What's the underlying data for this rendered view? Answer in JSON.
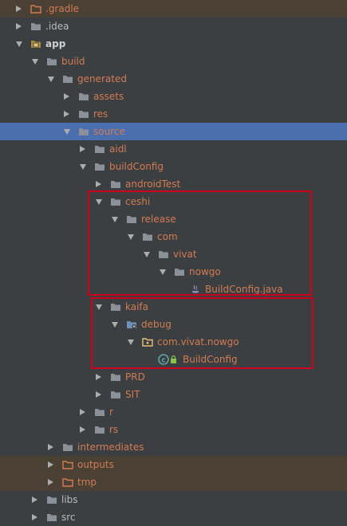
{
  "tree": {
    "rows": [
      {
        "label": ".gradle",
        "depth": 0,
        "arrow": "collapsed",
        "icon": "folder-excluded-icon",
        "style": "red",
        "bg": "excluded"
      },
      {
        "label": ".idea",
        "depth": 0,
        "arrow": "collapsed",
        "icon": "folder-icon",
        "style": "normal",
        "bg": ""
      },
      {
        "label": "app",
        "depth": 0,
        "arrow": "expanded",
        "icon": "module-folder-icon",
        "style": "bold",
        "bg": ""
      },
      {
        "label": "build",
        "depth": 1,
        "arrow": "expanded",
        "icon": "folder-icon",
        "style": "red",
        "bg": ""
      },
      {
        "label": "generated",
        "depth": 2,
        "arrow": "expanded",
        "icon": "folder-icon",
        "style": "red",
        "bg": ""
      },
      {
        "label": "assets",
        "depth": 3,
        "arrow": "collapsed",
        "icon": "folder-icon",
        "style": "red",
        "bg": ""
      },
      {
        "label": "res",
        "depth": 3,
        "arrow": "collapsed",
        "icon": "folder-icon",
        "style": "red",
        "bg": ""
      },
      {
        "label": "source",
        "depth": 3,
        "arrow": "expanded",
        "icon": "folder-icon",
        "style": "red",
        "bg": "selected"
      },
      {
        "label": "aidl",
        "depth": 4,
        "arrow": "collapsed",
        "icon": "folder-icon",
        "style": "red",
        "bg": ""
      },
      {
        "label": "buildConfig",
        "depth": 4,
        "arrow": "expanded",
        "icon": "folder-icon",
        "style": "red",
        "bg": ""
      },
      {
        "label": "androidTest",
        "depth": 5,
        "arrow": "collapsed",
        "icon": "folder-icon",
        "style": "red",
        "bg": ""
      },
      {
        "label": "ceshi",
        "depth": 5,
        "arrow": "expanded",
        "icon": "folder-icon",
        "style": "red",
        "bg": ""
      },
      {
        "label": "release",
        "depth": 6,
        "arrow": "expanded",
        "icon": "folder-icon",
        "style": "red",
        "bg": ""
      },
      {
        "label": "com",
        "depth": 7,
        "arrow": "expanded",
        "icon": "folder-icon",
        "style": "red",
        "bg": ""
      },
      {
        "label": "vivat",
        "depth": 8,
        "arrow": "expanded",
        "icon": "folder-icon",
        "style": "red",
        "bg": ""
      },
      {
        "label": "nowgo",
        "depth": 9,
        "arrow": "expanded",
        "icon": "folder-icon",
        "style": "red",
        "bg": ""
      },
      {
        "label": "BuildConfig.java",
        "depth": 10,
        "arrow": "none",
        "icon": "java-file-icon",
        "style": "red",
        "bg": ""
      },
      {
        "label": "kaifa",
        "depth": 5,
        "arrow": "expanded",
        "icon": "folder-icon",
        "style": "red",
        "bg": ""
      },
      {
        "label": "debug",
        "depth": 6,
        "arrow": "expanded",
        "icon": "source-root-folder-icon",
        "style": "red",
        "bg": ""
      },
      {
        "label": "com.vivat.nowgo",
        "depth": 7,
        "arrow": "expanded",
        "icon": "package-icon",
        "style": "red",
        "bg": ""
      },
      {
        "label": "BuildConfig",
        "depth": 8,
        "arrow": "none",
        "icon": "class-icon",
        "style": "red",
        "bg": ""
      },
      {
        "label": "PRD",
        "depth": 5,
        "arrow": "collapsed",
        "icon": "folder-icon",
        "style": "red",
        "bg": ""
      },
      {
        "label": "SIT",
        "depth": 5,
        "arrow": "collapsed",
        "icon": "folder-icon",
        "style": "red",
        "bg": ""
      },
      {
        "label": "r",
        "depth": 4,
        "arrow": "collapsed",
        "icon": "folder-icon",
        "style": "red",
        "bg": ""
      },
      {
        "label": "rs",
        "depth": 4,
        "arrow": "collapsed",
        "icon": "folder-icon",
        "style": "red",
        "bg": ""
      },
      {
        "label": "intermediates",
        "depth": 2,
        "arrow": "collapsed",
        "icon": "folder-icon",
        "style": "red",
        "bg": ""
      },
      {
        "label": "outputs",
        "depth": 2,
        "arrow": "collapsed",
        "icon": "folder-excluded-icon",
        "style": "red",
        "bg": "excluded"
      },
      {
        "label": "tmp",
        "depth": 2,
        "arrow": "collapsed",
        "icon": "folder-excluded-icon",
        "style": "red",
        "bg": "excluded"
      },
      {
        "label": "libs",
        "depth": 1,
        "arrow": "collapsed",
        "icon": "folder-icon",
        "style": "normal",
        "bg": ""
      },
      {
        "label": "src",
        "depth": 1,
        "arrow": "collapsed",
        "icon": "folder-icon",
        "style": "normal",
        "bg": ""
      }
    ]
  },
  "colors": {
    "background": "#3c3f41",
    "selected": "#4b6eaf",
    "excluded": "#4a4134",
    "highlight_box": "#d0021b",
    "folder": "#8a9199",
    "excluded_folder": "#d27b53",
    "label_red": "#d27b53",
    "label_normal": "#bbbbbb"
  }
}
